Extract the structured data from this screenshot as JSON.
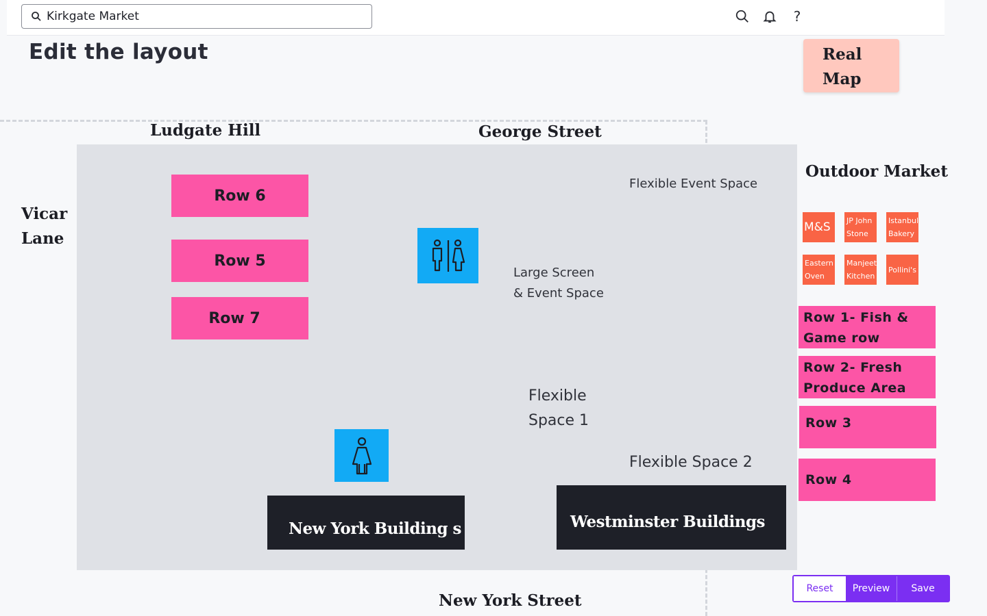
{
  "search": {
    "value": "Kirkgate Market"
  },
  "header_icons": [
    "search-icon",
    "bell-icon",
    "help-icon"
  ],
  "help_glyph": "?",
  "page_title": "Edit the layout",
  "real_map": {
    "line1": "Real",
    "line2": "Map"
  },
  "streets": {
    "ludgate": "Ludgate Hill",
    "george": "George Street",
    "vicar_1": "Vicar",
    "vicar_2": "Lane",
    "new_york": "New York Street"
  },
  "rows_main": {
    "row6": "Row 6",
    "row5": "Row 5",
    "row7": "Row 7"
  },
  "zones": {
    "flexible_event": "Flexible Event Space",
    "large_screen_1": "Large Screen",
    "large_screen_2": "& Event Space",
    "flex1_1": "Flexible",
    "flex1_2": "Space 1",
    "flex2": "Flexible Space 2"
  },
  "buildings": {
    "new_york": "New York Building s",
    "westminster": "Westminster Buildings"
  },
  "outdoor": {
    "title": "Outdoor Market",
    "vendors": [
      {
        "line1": "M&S",
        "line2": ""
      },
      {
        "line1": "JP John",
        "line2": "Stone"
      },
      {
        "line1": "Istanbul",
        "line2": "Bakery"
      },
      {
        "line1": "Eastern",
        "line2": "Oven"
      },
      {
        "line1": "Manjeet",
        "line2": "Kitchen"
      },
      {
        "line1": "Pollini's",
        "line2": ""
      }
    ],
    "rows": [
      {
        "line1": "Row 1- Fish &",
        "line2": "Game row"
      },
      {
        "line1": "Row 2- Fresh",
        "line2": "Produce Area"
      },
      {
        "line1": "Row 3",
        "line2": ""
      },
      {
        "line1": "Row 4",
        "line2": ""
      }
    ]
  },
  "actions": {
    "reset": "Reset",
    "preview": "Preview",
    "save": "Save"
  },
  "colors": {
    "row_pink": "#fc55a6",
    "toilet_blue": "#12aaf5",
    "building_dark": "#1e2028",
    "vendor_orange": "#f96445",
    "real_map_bg": "#ffc8be",
    "accent_purple": "#7b2ff2"
  }
}
